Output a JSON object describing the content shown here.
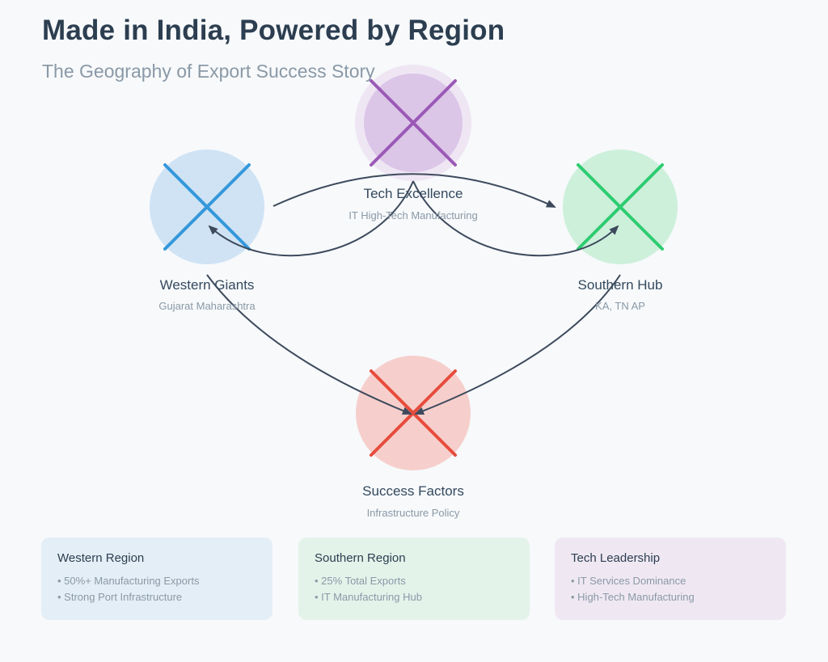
{
  "header": {
    "title": "Made in India, Powered by Region",
    "subtitle": "The Geography of Export Success Story"
  },
  "nodes": {
    "tech": {
      "label": "Tech Excellence",
      "sub": "IT High-Tech Manufacturing",
      "color": "#9b59b6",
      "fill": "#dcc6e8",
      "icon": "cross-icon"
    },
    "west": {
      "label": "Western Giants",
      "sub": "Gujarat Maharashtra",
      "color": "#3498db",
      "fill": "#cfe3f5",
      "icon": "cross-icon"
    },
    "south": {
      "label": "Southern Hub",
      "sub": "KA, TN AP",
      "color": "#2ecc71",
      "fill": "#cdf0db",
      "icon": "cross-icon"
    },
    "success": {
      "label": "Success Factors",
      "sub": "Infrastructure Policy",
      "color": "#e74c3c",
      "fill": "#f6cfcc",
      "icon": "cross-icon"
    }
  },
  "cards": [
    {
      "title": "Western Region",
      "items": [
        "50%+ Manufacturing Exports",
        "Strong Port Infrastructure"
      ],
      "bg": "#e4eef6"
    },
    {
      "title": "Southern Region",
      "items": [
        "25% Total Exports",
        "IT Manufacturing Hub"
      ],
      "bg": "#e4f3ea"
    },
    {
      "title": "Tech Leadership",
      "items": [
        "IT Services Dominance",
        "High-Tech Manufacturing"
      ],
      "bg": "#efe8f3"
    }
  ],
  "colors": {
    "arrow": "#3d4a5c",
    "title": "#2c3e50"
  }
}
